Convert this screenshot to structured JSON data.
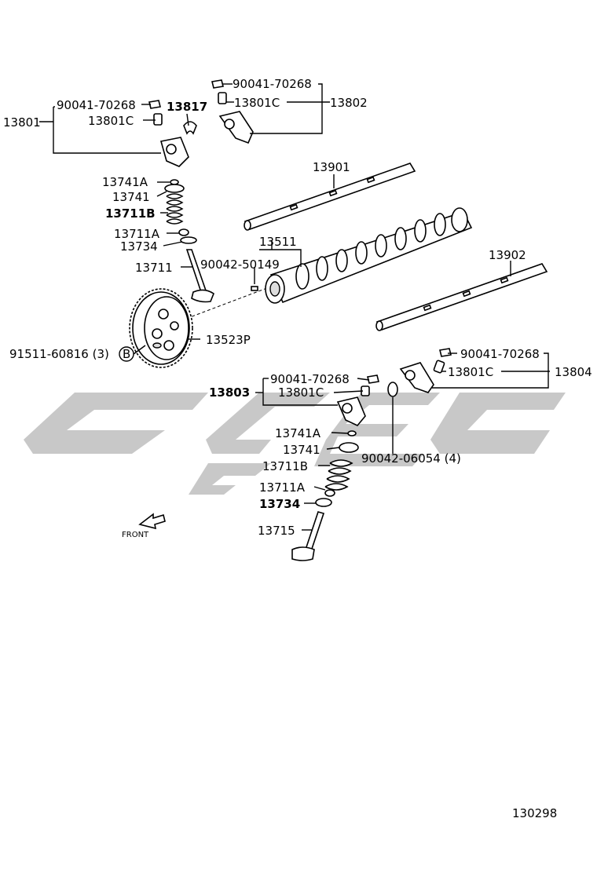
{
  "labels": {
    "l_13801": "13801",
    "l_90041_a": "90041-70268",
    "l_13801c_a": "13801C",
    "l_13817": "13817",
    "l_90041_b": "90041-70268",
    "l_13801c_b": "13801C",
    "l_13802": "13802",
    "l_13901": "13901",
    "l_13741a_a": "13741A",
    "l_13741_a": "13741",
    "l_13711b_a": "13711B",
    "l_13711a_a": "13711A",
    "l_13734_a": "13734",
    "l_13711": "13711",
    "l_13511": "13511",
    "l_90042_a": "90042-50149",
    "l_13902": "13902",
    "l_91511": "91511-60816 (3)",
    "l_b": "B",
    "l_13523p": "13523P",
    "l_90041_c": "90041-70268",
    "l_13801c_c": "13801C",
    "l_13804": "13804",
    "l_90041_d": "90041-70268",
    "l_13803": "13803",
    "l_13801c_d": "13801C",
    "l_13741a_b": "13741A",
    "l_13741_b": "13741",
    "l_90042_b": "90042-06054 (4)",
    "l_13711b_b": "13711B",
    "l_13711a_b": "13711A",
    "l_13734_b": "13734",
    "l_13715": "13715",
    "l_front": "FRONT",
    "l_code": "130298"
  },
  "colors": {
    "watermark": "#c8c8c8",
    "line": "#000000",
    "background": "#ffffff"
  }
}
